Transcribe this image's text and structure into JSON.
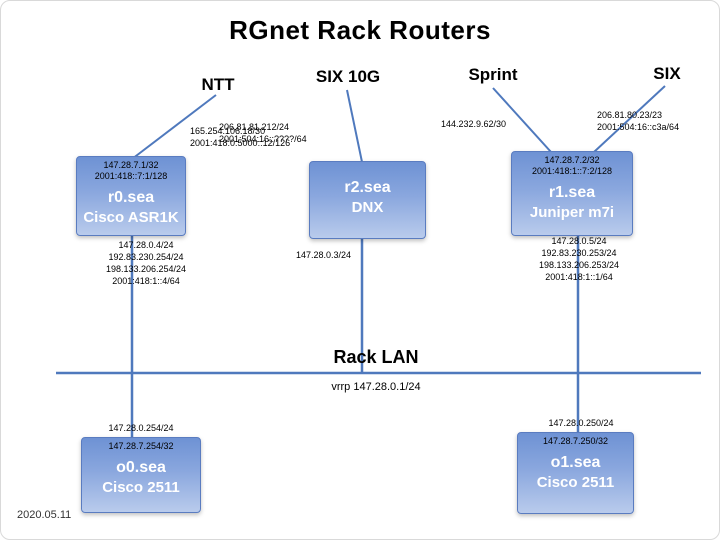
{
  "colors": {
    "wire": "#4f79bd",
    "box_top": "#6e92d4",
    "box_bottom": "#b9cbec",
    "box_border": "#5a7cc0",
    "box_text": "#ffffff",
    "text": "#000000"
  },
  "title": "RGnet Rack Routers",
  "footer_date": "2020.05.11",
  "uplinks": {
    "ntt": {
      "label": "NTT",
      "addrs": [
        "165.254.106.18/30",
        "2001:418:0:5000::12/126"
      ]
    },
    "six10g": {
      "label": "SIX 10G",
      "addrs": [
        "206.81.81.212/24",
        "2001:504:16::????/64"
      ]
    },
    "sprint": {
      "label": "Sprint",
      "addrs": [
        "144.232.9.62/30"
      ]
    },
    "six": {
      "label": "SIX",
      "addrs": [
        "206.81.80.23/23",
        "2001:504:16::c3a/64"
      ]
    }
  },
  "routers": {
    "r0": {
      "name": "r0.sea",
      "model": "Cisco ASR1K",
      "loopbacks": [
        "147.28.7.1/32",
        "2001:418::7:1/128"
      ],
      "lan_addrs": [
        "147.28.0.4/24",
        "192.83.230.254/24",
        "198.133.206.254/24",
        "2001:418:1::4/64"
      ]
    },
    "r2": {
      "name": "r2.sea",
      "model": "DNX",
      "lan_addrs": [
        "147.28.0.3/24"
      ]
    },
    "r1": {
      "name": "r1.sea",
      "model": "Juniper m7i",
      "loopbacks": [
        "147.28.7.2/32",
        "2001:418:1::7:2/128"
      ],
      "lan_addrs": [
        "147.28.0.5/24",
        "192.83.230.253/24",
        "198.133.206.253/24",
        "2001:418:1::1/64"
      ]
    },
    "o0": {
      "name": "o0.sea",
      "model": "Cisco 2511",
      "loopback": "147.28.7.254/32",
      "lan_addr": "147.28.0.254/24"
    },
    "o1": {
      "name": "o1.sea",
      "model": "Cisco 2511",
      "loopback": "147.28.7.250/32",
      "lan_addr": "147.28.0.250/24"
    }
  },
  "lan": {
    "label": "Rack LAN",
    "vrrp": "vrrp 147.28.0.1/24"
  }
}
